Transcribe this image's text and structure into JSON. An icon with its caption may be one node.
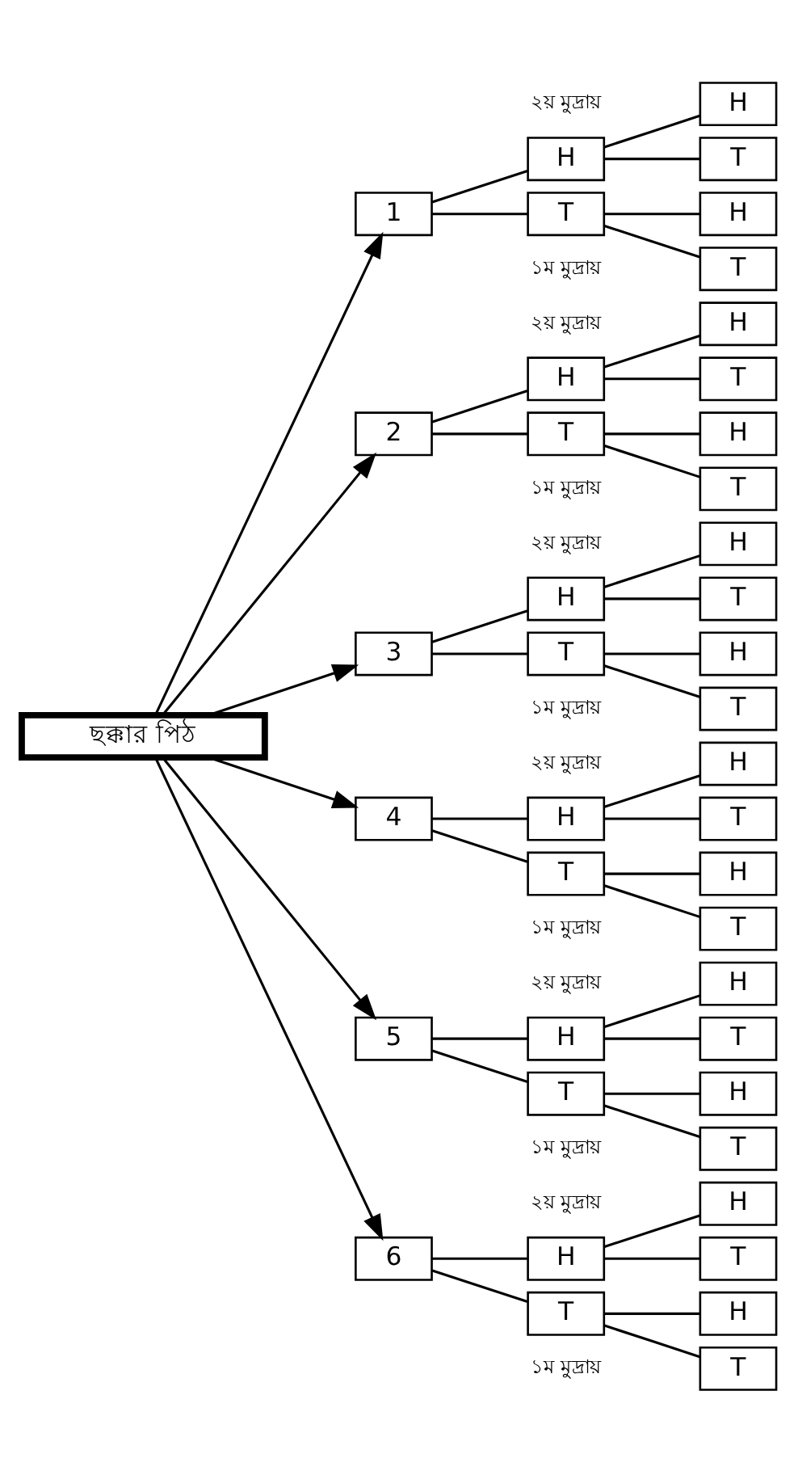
{
  "diagram": {
    "nodes": [
      {
        "text": [
          "ছক্কার পিঠ"
        ]
      },
      {
        "text": [
          "1"
        ]
      },
      {
        "text": [
          "H"
        ]
      },
      {
        "text": [
          "T"
        ]
      },
      {
        "text": [
          "H"
        ]
      },
      {
        "text": [
          "T"
        ]
      },
      {
        "text": [
          "H"
        ]
      },
      {
        "text": [
          "T"
        ]
      },
      {
        "text": [
          "2"
        ]
      },
      {
        "text": [
          "H"
        ]
      },
      {
        "text": [
          "T"
        ]
      },
      {
        "text": [
          "H"
        ]
      },
      {
        "text": [
          "T"
        ]
      },
      {
        "text": [
          "H"
        ]
      },
      {
        "text": [
          "T"
        ]
      },
      {
        "text": [
          "3"
        ]
      },
      {
        "text": [
          "H"
        ]
      },
      {
        "text": [
          "T"
        ]
      },
      {
        "text": [
          "H"
        ]
      },
      {
        "text": [
          "T"
        ]
      },
      {
        "text": [
          "H"
        ]
      },
      {
        "text": [
          "T"
        ]
      },
      {
        "text": [
          "4"
        ]
      },
      {
        "text": [
          "H"
        ]
      },
      {
        "text": [
          "T"
        ]
      },
      {
        "text": [
          "H"
        ]
      },
      {
        "text": [
          "T"
        ]
      },
      {
        "text": [
          "H"
        ]
      },
      {
        "text": [
          "T"
        ]
      },
      {
        "text": [
          "5"
        ]
      },
      {
        "text": [
          "H"
        ]
      },
      {
        "text": [
          "T"
        ]
      },
      {
        "text": [
          "H"
        ]
      },
      {
        "text": [
          "T"
        ]
      },
      {
        "text": [
          "H"
        ]
      },
      {
        "text": [
          "T"
        ]
      },
      {
        "text": [
          "6"
        ]
      },
      {
        "text": [
          "H"
        ]
      },
      {
        "text": [
          "T"
        ]
      },
      {
        "text": [
          "H"
        ]
      },
      {
        "text": [
          "T"
        ]
      },
      {
        "text": [
          "H"
        ]
      },
      {
        "text": [
          "T"
        ]
      }
    ],
    "edges": [
      {
        "from": 0,
        "to": 1,
        "arrow": "to"
      },
      {
        "from": 1,
        "to": 2,
        "arrow": "none"
      },
      {
        "from": 1,
        "to": 3,
        "arrow": "none"
      },
      {
        "from": 2,
        "to": 4,
        "arrow": "none"
      },
      {
        "from": 2,
        "to": 5,
        "arrow": "none"
      },
      {
        "from": 3,
        "to": 6,
        "arrow": "none"
      },
      {
        "from": 3,
        "to": 7,
        "arrow": "none"
      },
      {
        "from": 0,
        "to": 8,
        "arrow": "to"
      },
      {
        "from": 8,
        "to": 9,
        "arrow": "none"
      },
      {
        "from": 8,
        "to": 10,
        "arrow": "none"
      },
      {
        "from": 9,
        "to": 11,
        "arrow": "none"
      },
      {
        "from": 9,
        "to": 12,
        "arrow": "none"
      },
      {
        "from": 10,
        "to": 13,
        "arrow": "none"
      },
      {
        "from": 10,
        "to": 14,
        "arrow": "none"
      },
      {
        "from": 0,
        "to": 15,
        "arrow": "to"
      },
      {
        "from": 15,
        "to": 16,
        "arrow": "none"
      },
      {
        "from": 15,
        "to": 17,
        "arrow": "none"
      },
      {
        "from": 16,
        "to": 18,
        "arrow": "none"
      },
      {
        "from": 16,
        "to": 19,
        "arrow": "none"
      },
      {
        "from": 17,
        "to": 20,
        "arrow": "none"
      },
      {
        "from": 17,
        "to": 21,
        "arrow": "none"
      },
      {
        "from": 0,
        "to": 22,
        "arrow": "to"
      },
      {
        "from": 22,
        "to": 23,
        "arrow": "none"
      },
      {
        "from": 22,
        "to": 24,
        "arrow": "none"
      },
      {
        "from": 23,
        "to": 25,
        "arrow": "none"
      },
      {
        "from": 23,
        "to": 26,
        "arrow": "none"
      },
      {
        "from": 24,
        "to": 27,
        "arrow": "none"
      },
      {
        "from": 24,
        "to": 28,
        "arrow": "none"
      },
      {
        "from": 0,
        "to": 29,
        "arrow": "to"
      },
      {
        "from": 29,
        "to": 30,
        "arrow": "none"
      },
      {
        "from": 29,
        "to": 31,
        "arrow": "none"
      },
      {
        "from": 30,
        "to": 32,
        "arrow": "none"
      },
      {
        "from": 30,
        "to": 33,
        "arrow": "none"
      },
      {
        "from": 31,
        "to": 34,
        "arrow": "none"
      },
      {
        "from": 31,
        "to": 35,
        "arrow": "none"
      },
      {
        "from": 0,
        "to": 36,
        "arrow": "to"
      },
      {
        "from": 36,
        "to": 37,
        "arrow": "none"
      },
      {
        "from": 36,
        "to": 38,
        "arrow": "none"
      },
      {
        "from": 37,
        "to": 39,
        "arrow": "none"
      },
      {
        "from": 37,
        "to": 40,
        "arrow": "none"
      },
      {
        "from": 38,
        "to": 41,
        "arrow": "none"
      },
      {
        "from": 38,
        "to": 42,
        "arrow": "none"
      }
    ],
    "labels": [
      "২য় মুদ্রায়",
      "১ম মুদ্রায়",
      "২য় মুদ্রায়",
      "১ম মুদ্রায়",
      "২য় মুদ্রায়",
      "১ম মুদ্রায়",
      "২য় মুদ্রায়",
      "১ম মুদ্রায়",
      "২য় মুদ্রায়",
      "১ম মুদ্রায়",
      "২য় মুদ্রায়",
      "১ম মুদ্রায়"
    ]
  }
}
